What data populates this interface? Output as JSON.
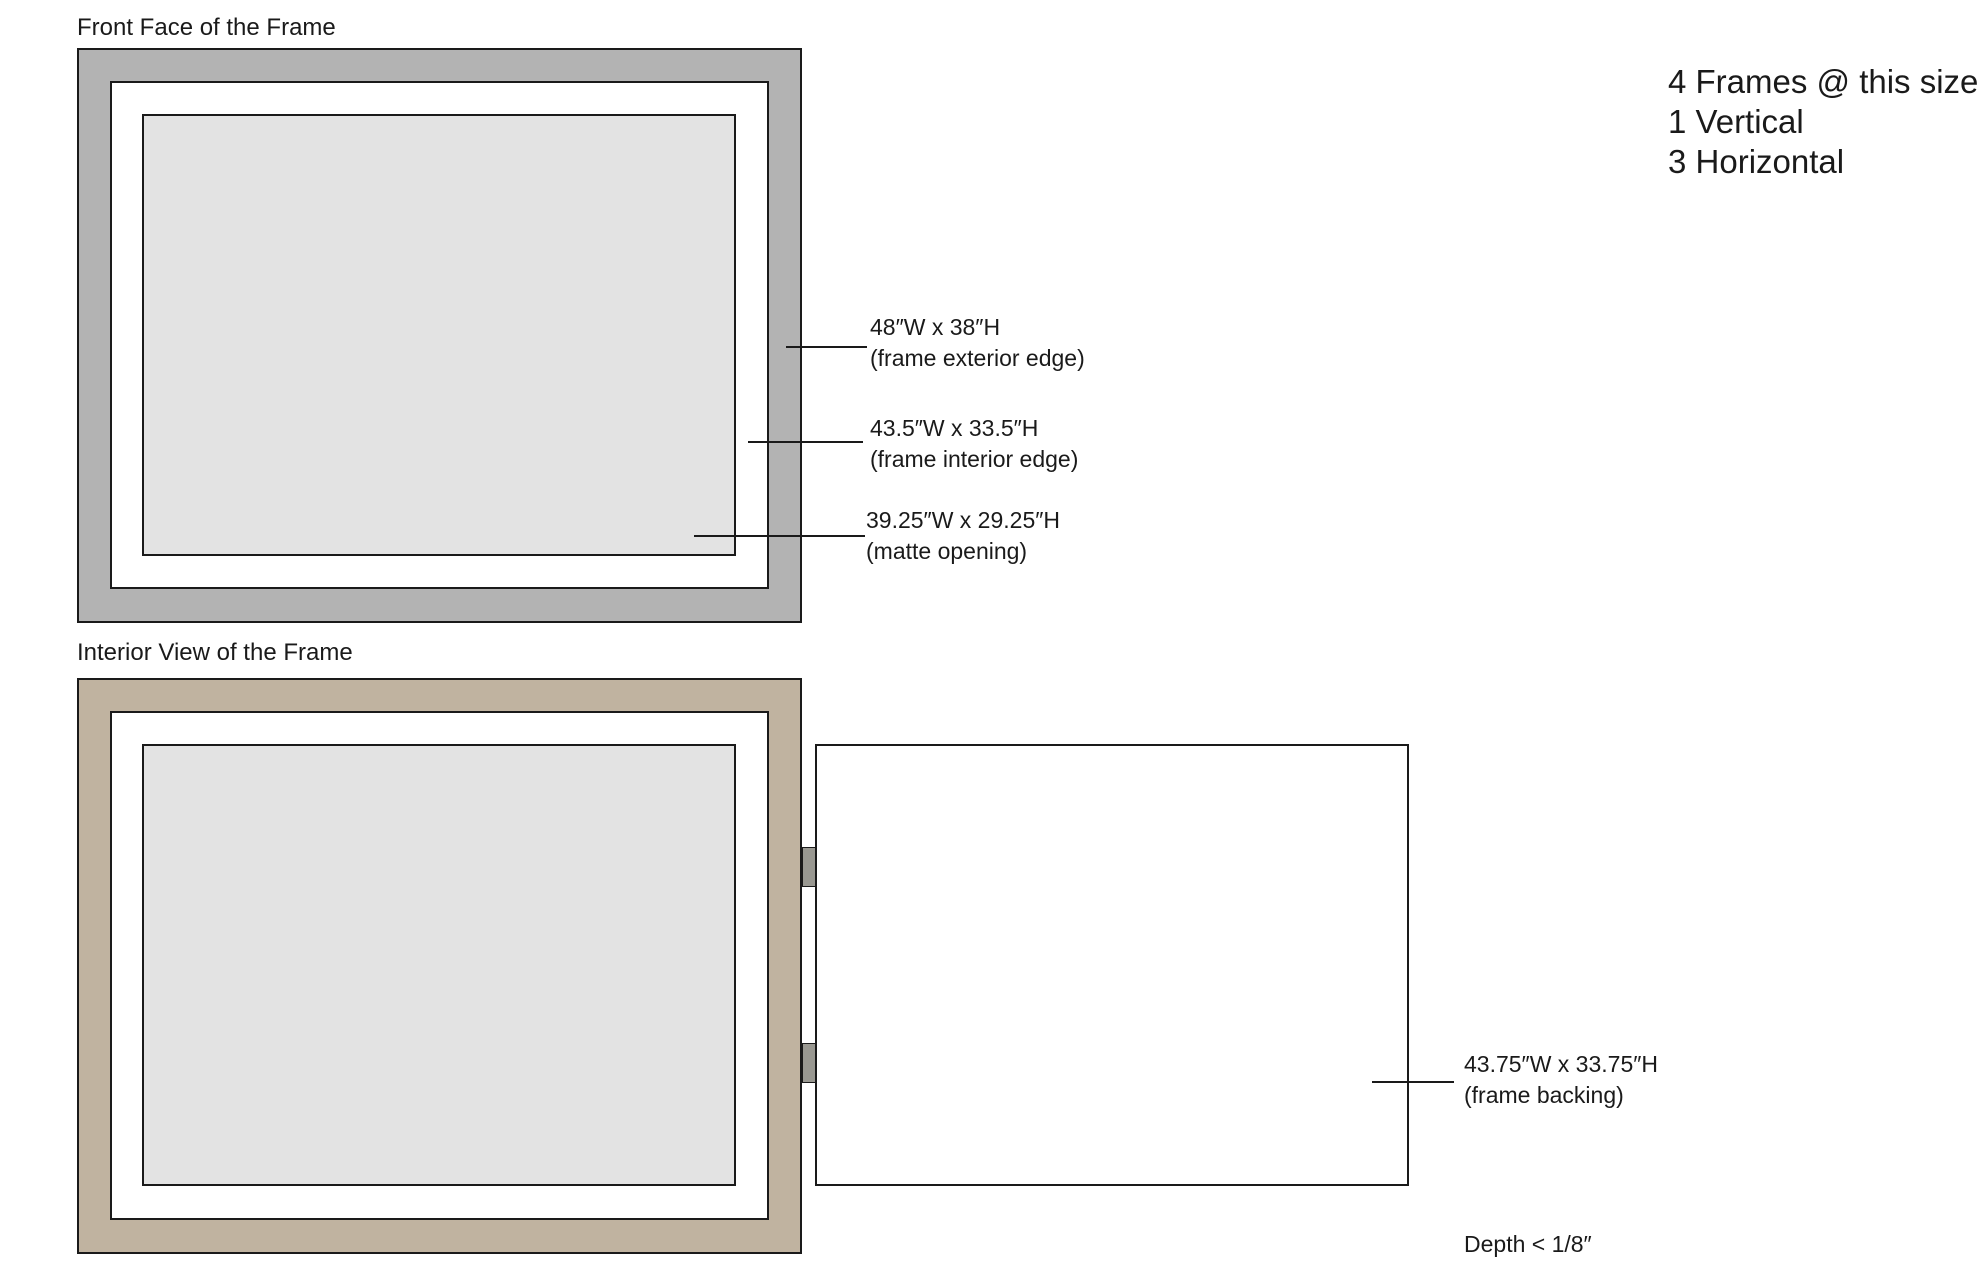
{
  "front_view": {
    "title": "Front Face of the Frame",
    "exterior_label": {
      "dimensions": "48″W x 38″H",
      "note": "(frame exterior edge)"
    },
    "interior_label": {
      "dimensions": "43.5″W x 33.5″H",
      "note": "(frame interior edge)"
    },
    "matte_label": {
      "dimensions": "39.25″W x 29.25″H",
      "note": "(matte opening)"
    },
    "frame_color": "#b3b3b3",
    "matte_color": "#ffffff",
    "opening_color": "#e3e3e3"
  },
  "interior_view": {
    "title": "Interior View of the Frame",
    "backing_label": {
      "dimensions": "43.75″W x 33.75″H",
      "note": "(frame backing)"
    },
    "depth_note": "Depth < 1/8″",
    "frame_color": "#c0b3a0",
    "hinge_color": "#999891",
    "backing_color": "#ffffff"
  },
  "notes": {
    "lines": [
      "4 Frames @ this size",
      "1 Vertical",
      "3 Horizontal"
    ]
  }
}
